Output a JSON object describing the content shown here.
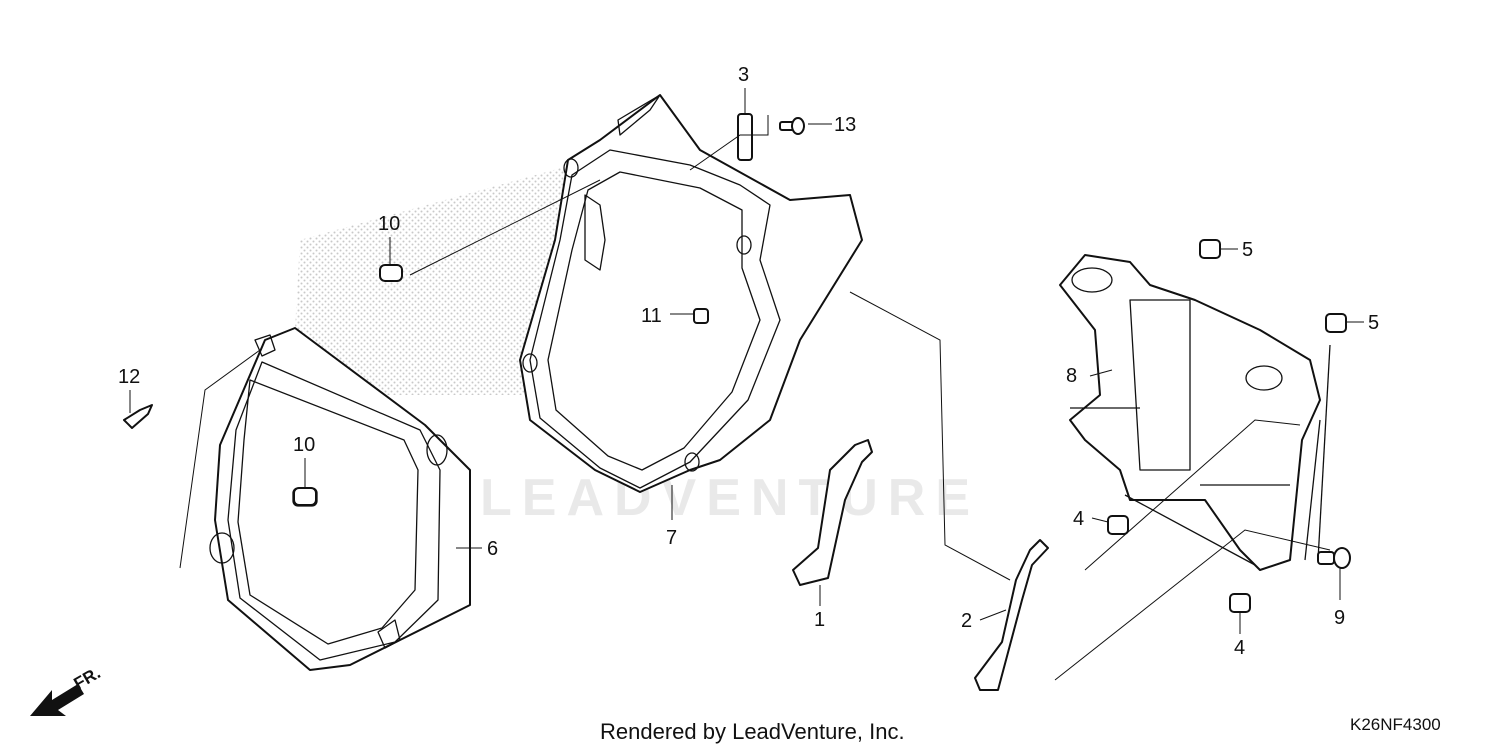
{
  "diagram": {
    "callouts": [
      {
        "id": "c1",
        "label": "1"
      },
      {
        "id": "c2",
        "label": "2"
      },
      {
        "id": "c3",
        "label": "3"
      },
      {
        "id": "c4a",
        "label": "4"
      },
      {
        "id": "c4b",
        "label": "4"
      },
      {
        "id": "c5a",
        "label": "5"
      },
      {
        "id": "c5b",
        "label": "5"
      },
      {
        "id": "c6",
        "label": "6"
      },
      {
        "id": "c7",
        "label": "7"
      },
      {
        "id": "c8",
        "label": "8"
      },
      {
        "id": "c9",
        "label": "9"
      },
      {
        "id": "c10a",
        "label": "10"
      },
      {
        "id": "c10b",
        "label": "10"
      },
      {
        "id": "c11",
        "label": "11"
      },
      {
        "id": "c12",
        "label": "12"
      },
      {
        "id": "c13",
        "label": "13"
      }
    ],
    "direction_label": "FR.",
    "watermark": "LEADVENTURE",
    "credit": "Rendered by LeadVenture, Inc.",
    "diagram_code": "K26NF4300",
    "colors": {
      "line": "#111111",
      "watermark": "#e9e9e9",
      "stipple": "#bcbcbc"
    }
  }
}
